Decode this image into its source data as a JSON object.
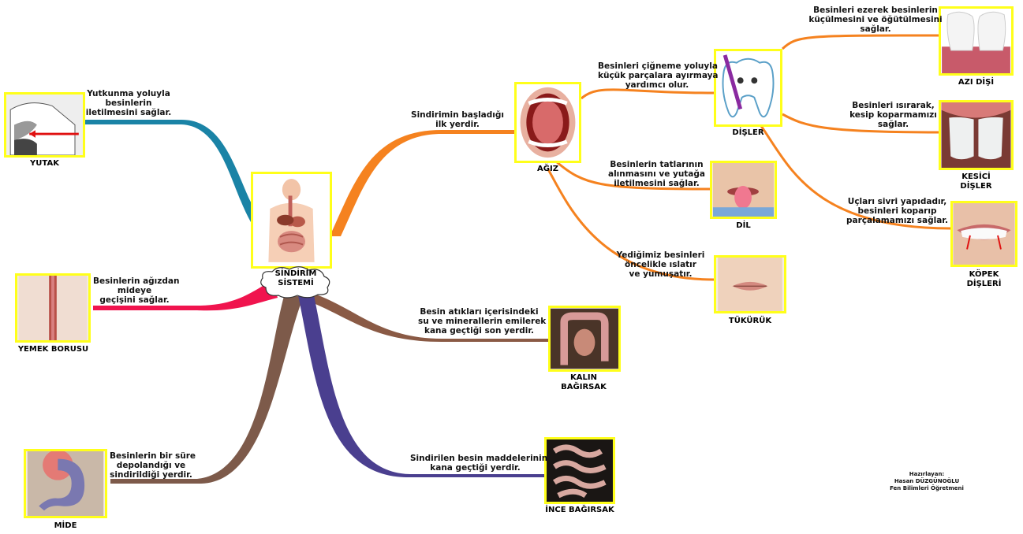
{
  "center": {
    "label_line1": "SİNDİRİM",
    "label_line2": "SİSTEMİ"
  },
  "nodes": {
    "yutak": {
      "label": "YUTAK",
      "desc": [
        "Yutkunma yoluyla",
        "besinlerin",
        "iletilmesini sağlar."
      ]
    },
    "yemek_borusu": {
      "label": "YEMEK BORUSU",
      "desc": [
        "Besinlerin ağızdan",
        "mideye",
        "geçişini sağlar."
      ]
    },
    "mide": {
      "label": "MİDE",
      "desc": [
        "Besinlerin bir süre",
        "depolandığı ve",
        "sindirildiği yerdir."
      ]
    },
    "agiz": {
      "label": "AĞIZ",
      "desc": [
        "Sindirimin başladığı",
        "ilk yerdir."
      ]
    },
    "disler": {
      "label": "DİŞLER",
      "desc": [
        "Besinleri çiğneme yoluyla",
        "küçük parçalara ayırmaya",
        "yardımcı olur."
      ]
    },
    "dil": {
      "label": "DİL",
      "desc": [
        "Besinlerin tatlarının",
        "alınmasını ve yutağa",
        "iletilmesini sağlar."
      ]
    },
    "tukuruk": {
      "label": "TÜKÜRÜK",
      "desc": [
        "Yediğimiz besinleri",
        "öncelikle ıslatır",
        "ve yumuşatır."
      ]
    },
    "kalin_bagirsak": {
      "label": [
        "KALIN",
        "BAĞIRSAK"
      ],
      "desc": [
        "Besin atıkları içerisindeki",
        "su ve minerallerin emilerek",
        "kana geçtiği son yerdir."
      ]
    },
    "ince_bagirsak": {
      "label": "İNCE BAĞIRSAK",
      "desc": [
        "Sindirilen besin maddelerinin",
        "kana geçtiği yerdir."
      ]
    },
    "azi_disi": {
      "label": "AZI DİŞİ",
      "desc": [
        "Besinleri ezerek besinlerin",
        "küçülmesini ve öğütülmesini",
        "sağlar."
      ]
    },
    "kesici_disler": {
      "label": [
        "KESİCİ",
        "DİŞLER"
      ],
      "desc": [
        "Besinleri ısırarak,",
        "kesip koparmamızı",
        "sağlar."
      ]
    },
    "kopek_disleri": {
      "label": [
        "KÖPEK",
        "DİŞLERİ"
      ],
      "desc": [
        "Uçları sivri yapıdadır,",
        "besinleri koparıp",
        "parçalamamızı sağlar."
      ]
    }
  },
  "credit": {
    "line1": "Hazırlayan:",
    "line2": "Hasan DÜZGÜNOĞLU",
    "line3": "Fen Bilimleri Öğretmeni"
  },
  "colors": {
    "yutak_branch": "#1a83a6",
    "yemek_borusu_branch": "#f0144e",
    "mide_branch": "#7d5a4a",
    "kalin_bagirsak_branch": "#8a5a45",
    "ince_bagirsak_branch": "#4a3f8f",
    "agiz_branch": "#f5821f",
    "frame": "#ffff1a"
  }
}
